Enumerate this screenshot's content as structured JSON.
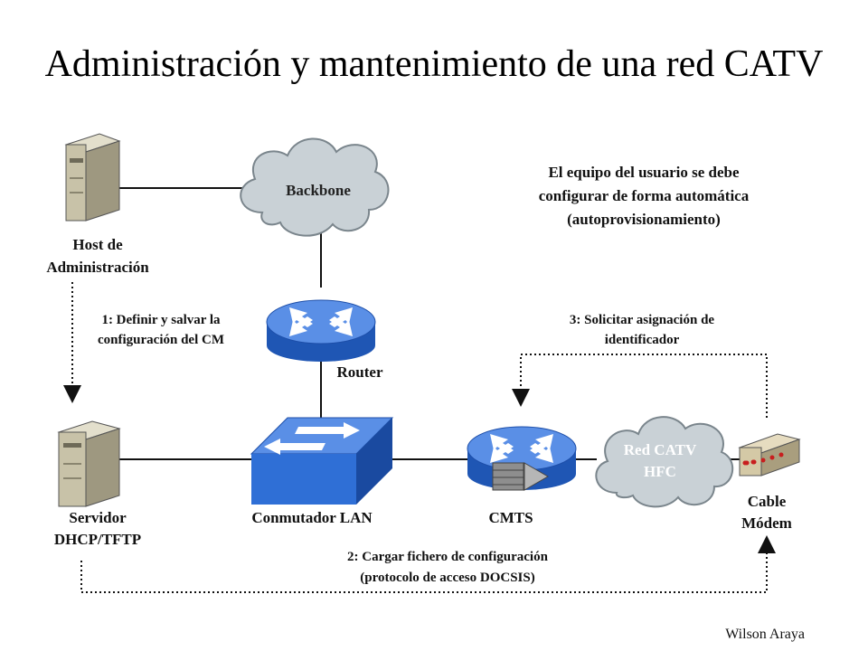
{
  "title": "Administración y mantenimiento de una red CATV",
  "nodes": {
    "host": [
      "Host de",
      "Administración"
    ],
    "backbone": "Backbone",
    "router": "Router",
    "servidor": [
      "Servidor",
      "DHCP/TFTP"
    ],
    "switch": "Conmutador LAN",
    "cmts": "CMTS",
    "red_catv": [
      "Red CATV",
      "HFC"
    ],
    "cable_modem": [
      "Cable",
      "Módem"
    ]
  },
  "info_text": [
    "El equipo del usuario se debe",
    "configurar de forma automática",
    "(autoprovisionamiento)"
  ],
  "steps": {
    "step1": [
      "1: Definir y salvar la",
      "configuración del CM"
    ],
    "step2": [
      "2: Cargar fichero de configuración",
      "(protocolo de acceso DOCSIS)"
    ],
    "step3": [
      "3: Solicitar asignación de",
      "identificador"
    ]
  },
  "author": "Wilson Araya",
  "colors": {
    "cloud": "#c9d1d6",
    "device_blue": "#2f6fd6",
    "device_top": "#5a8fe6",
    "server_beige": "#c8c2a8",
    "modem_beige": "#d4c9a6"
  }
}
